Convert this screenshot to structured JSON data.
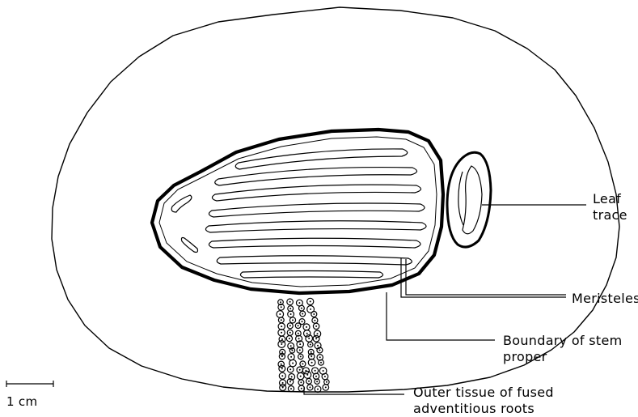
{
  "labels": {
    "leaf_trace": [
      "Leaf",
      "trace"
    ],
    "meristeles": "Meristeles",
    "boundary": [
      "Boundary of stem",
      "proper"
    ],
    "outer_tissue": [
      "Outer tissue of fused",
      "adventitious roots"
    ]
  },
  "scale_bar": {
    "label": "1 cm"
  }
}
